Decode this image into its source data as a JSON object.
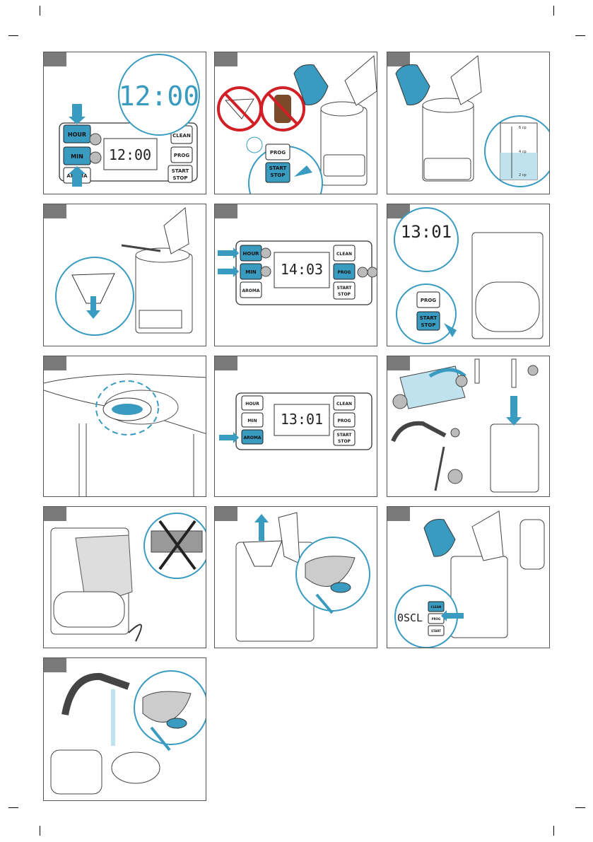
{
  "colors": {
    "accent": "#3a9bc1",
    "light_blue": "#bfe2ee",
    "forbidden": "#d21f26",
    "panel_border": "#555555",
    "tab": "#7a7a7a"
  },
  "p1": {
    "lcd_big": "12:00",
    "lcd_small": "12:00",
    "hour": "HOUR",
    "min": "MIN",
    "aroma": "AROMA",
    "clean": "CLEAN",
    "prog": "PROG",
    "start": "START",
    "stop": "STOP"
  },
  "p2": {
    "prog": "PROG",
    "start": "START",
    "stop": "STOP"
  },
  "p3": {
    "level_top": "6 cp",
    "level_mid": "4 cp",
    "level_low": "2 cp"
  },
  "p5": {
    "lcd": "14:03",
    "hour": "HOUR",
    "min": "MIN",
    "aroma": "AROMA",
    "clean": "CLEAN",
    "prog": "PROG",
    "start": "START",
    "stop": "STOP"
  },
  "p6": {
    "lcd": "13:01",
    "prog": "PROG",
    "start": "START",
    "stop": "STOP"
  },
  "p8": {
    "lcd": "13:01",
    "hour": "HOUR",
    "min": "MIN",
    "aroma": "AROMA",
    "clean": "CLEAN",
    "prog": "PROG",
    "start": "START",
    "stop": "STOP"
  },
  "p12": {
    "lcd": "0SCL",
    "clean": "CLEAN",
    "prog": "PROG",
    "start": "START"
  }
}
